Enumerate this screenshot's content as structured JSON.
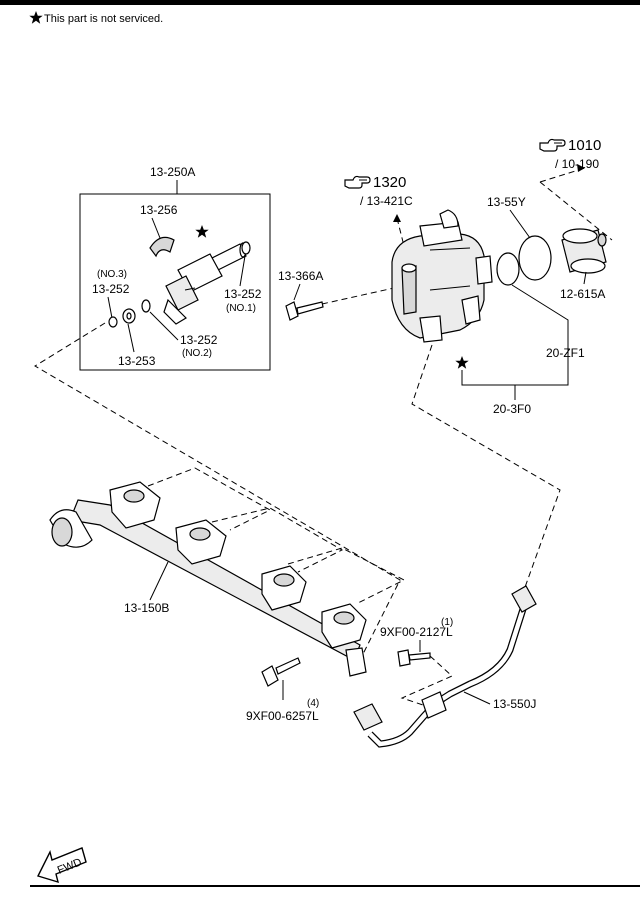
{
  "note": {
    "symbol": "★",
    "text": "This part is not serviced."
  },
  "refs": {
    "r1010": {
      "number": "1010",
      "sub": "/ 10-190"
    },
    "r1320": {
      "number": "1320",
      "sub": "/ 13-421C"
    }
  },
  "injector_box": {
    "title": "13-250A",
    "p256": "13-256",
    "p252_no3": "13-252",
    "no3": "(NO.3)",
    "p252_no1": "13-252",
    "no1": "(NO.1)",
    "p252_no2": "13-252",
    "no2": "(NO.2)",
    "p253": "13-253"
  },
  "labels": {
    "p366a": "13-366A",
    "p55y": "13-55Y",
    "p615a": "12-615A",
    "p20zf1": "20-ZF1",
    "p203f0": "20-3F0",
    "p150b": "13-150B",
    "p550j": "13-550J",
    "bolt1": "9XF00-2127L",
    "bolt1_qty": "(1)",
    "bolt2": "9XF00-6257L",
    "bolt2_qty": "(4)"
  },
  "fwd_label": "FWD",
  "colors": {
    "ink": "#000000",
    "shade": "#d8d8d8",
    "light": "#ececec",
    "paper": "#ffffff"
  },
  "icons": [
    "star-icon",
    "pointing-hand-icon",
    "fwd-arrow-icon"
  ]
}
